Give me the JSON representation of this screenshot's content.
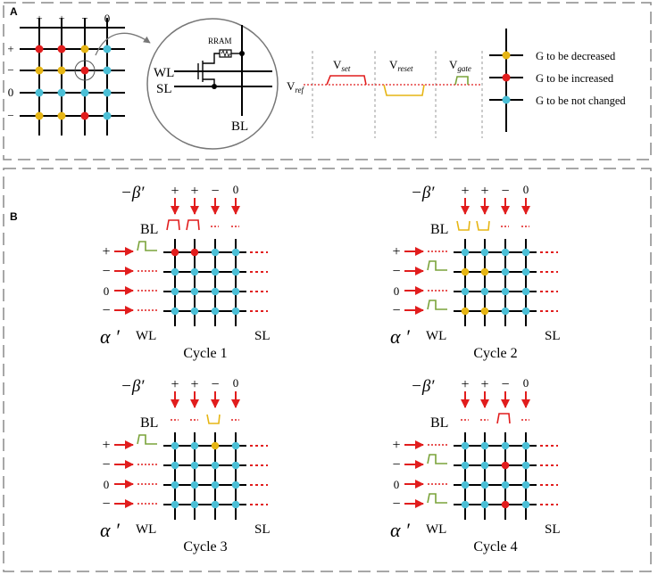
{
  "panel_a": {
    "label": "A",
    "grid_col_signs": [
      "+",
      "+",
      "−",
      "0"
    ],
    "grid_row_signs": [
      "+",
      "−",
      "0",
      "−"
    ],
    "cell_labels": {
      "rram": "RRAM",
      "wl": "WL",
      "sl": "SL",
      "bl": "BL"
    },
    "pulses": {
      "vref": "V",
      "vref_sub": "ref",
      "vset": "V",
      "vset_sub": "set",
      "vreset": "V",
      "vreset_sub": "reset",
      "vgate": "V",
      "vgate_sub": "gate"
    },
    "legend": [
      {
        "text": "G to be decreased",
        "color": "#e6b514"
      },
      {
        "text": "G to be increased",
        "color": "#e11d1d"
      },
      {
        "text": "G to be not changed",
        "color": "#4bbfd6"
      }
    ]
  },
  "panel_b": {
    "label": "B",
    "beta": "−β′",
    "alpha": "α ′",
    "bl": "BL",
    "wl": "WL",
    "sl": "SL",
    "col_signs": [
      "+",
      "+",
      "−",
      "0"
    ],
    "row_signs": [
      "+",
      "−",
      "0",
      "−"
    ],
    "cycles": [
      {
        "title": "Cycle 1"
      },
      {
        "title": "Cycle 2"
      },
      {
        "title": "Cycle 3"
      },
      {
        "title": "Cycle 4"
      }
    ]
  },
  "colors": {
    "red": "#e11d1d",
    "yellow": "#e6b514",
    "cyan": "#4bbfd6",
    "green": "#7aa33a",
    "border": "#8a8a8a"
  }
}
